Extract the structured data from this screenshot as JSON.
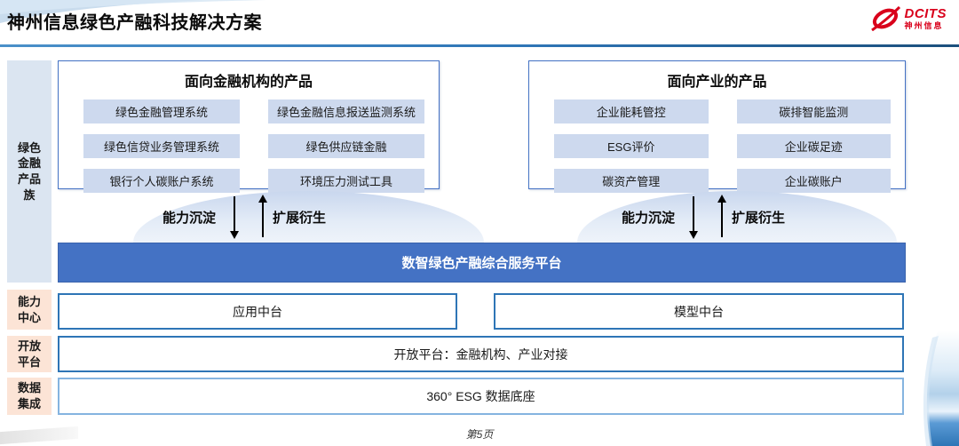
{
  "slide": {
    "title": "神州信息绿色产融科技解决方案",
    "page_number": "第5页"
  },
  "logo": {
    "brand": "DCITS",
    "brand_cn": "神州信息"
  },
  "sidebar": {
    "items": [
      {
        "label": "绿色\n金融\n产品\n族"
      },
      {
        "label": "能力\n中心"
      },
      {
        "label": "开放\n平台"
      },
      {
        "label": "数据\n集成"
      }
    ]
  },
  "product_groups": [
    {
      "title": "面向金融机构的产品",
      "items": [
        "绿色金融管理系统",
        "绿色金融信息报送监测系统",
        "绿色信贷业务管理系统",
        "绿色供应链金融",
        "银行个人碳账户系统",
        "环境压力测试工具"
      ]
    },
    {
      "title": "面向产业的产品",
      "items": [
        "企业能耗管控",
        "碳排智能监测",
        "ESG评价",
        "企业碳足迹",
        "碳资产管理",
        "企业碳账户"
      ]
    }
  ],
  "arrows": {
    "down_label": "能力沉淀",
    "up_label": "扩展衍生"
  },
  "platform": {
    "label": "数智绿色产融综合服务平台"
  },
  "middle_layer": {
    "boxes": [
      "应用中台",
      "模型中台"
    ]
  },
  "open_platform": {
    "label": "开放平台：金融机构、产业对接"
  },
  "data_base": {
    "label": "360° ESG 数据底座"
  },
  "colors": {
    "platform_blue": "#4472c4",
    "border_blue": "#2e75b6",
    "light_border_blue": "#85b4e0",
    "item_bg": "#cdd9ee",
    "sidebar_blue": "#dbe5f1",
    "sidebar_peach": "#fce4d6",
    "brand_red": "#d9001b"
  }
}
